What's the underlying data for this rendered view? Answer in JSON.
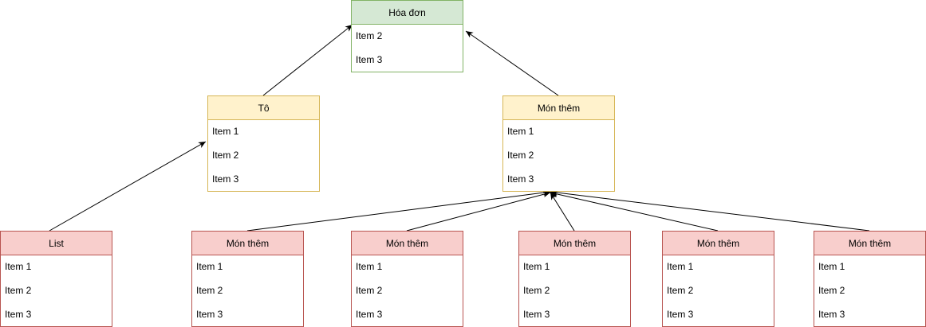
{
  "diagram": {
    "hoadon": {
      "title": "Hóa đơn",
      "items": [
        "Item 2",
        "Item 3"
      ]
    },
    "to": {
      "title": "Tô",
      "items": [
        "Item 1",
        "Item 2",
        "Item 3"
      ]
    },
    "monthem": {
      "title": "Món thêm",
      "items": [
        "Item 1",
        "Item 2",
        "Item 3"
      ]
    },
    "list": {
      "title": "List",
      "items": [
        "Item 1",
        "Item 2",
        "Item 3"
      ]
    },
    "mt1": {
      "title": "Món thêm",
      "items": [
        "Item 1",
        "Item 2",
        "Item 3"
      ]
    },
    "mt2": {
      "title": "Món thêm",
      "items": [
        "Item 1",
        "Item 2",
        "Item 3"
      ]
    },
    "mt3": {
      "title": "Món thêm",
      "items": [
        "Item 1",
        "Item 2",
        "Item 3"
      ]
    },
    "mt4": {
      "title": "Món thêm",
      "items": [
        "Item 1",
        "Item 2",
        "Item 3"
      ]
    },
    "mt5": {
      "title": "Món thêm",
      "items": [
        "Item 1",
        "Item 2",
        "Item 3"
      ]
    }
  },
  "colors": {
    "green_fill": "#d5e8d4",
    "green_stroke": "#82b366",
    "yellow_fill": "#fff2cc",
    "yellow_stroke": "#d6b656",
    "red_fill": "#f8cecc",
    "red_stroke": "#b85450",
    "arrow": "#000000"
  }
}
